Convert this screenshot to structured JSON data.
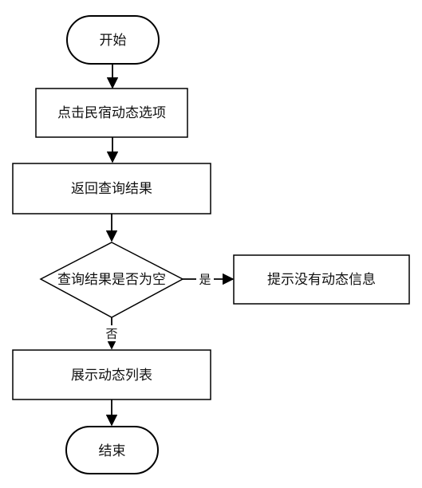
{
  "diagram": {
    "nodes": {
      "start": "开始",
      "click_dynamic": "点击民宿动态选项",
      "return_results": "返回查询结果",
      "is_empty": "查询结果是否为空",
      "prompt_none": "提示没有动态信息",
      "show_list": "展示动态列表",
      "end": "结束"
    },
    "edge_labels": {
      "yes": "是",
      "no": "否"
    }
  }
}
